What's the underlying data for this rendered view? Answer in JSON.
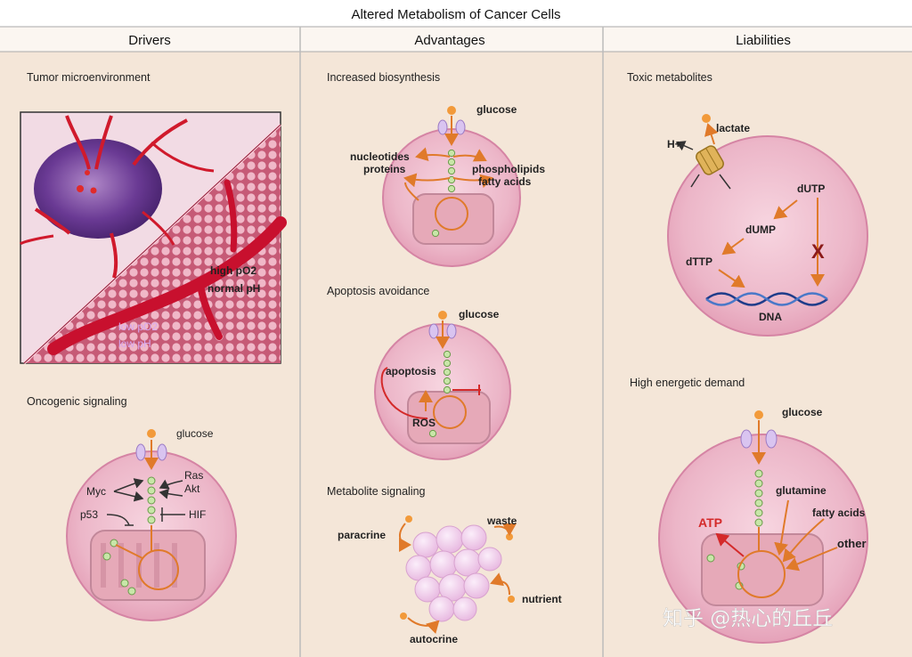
{
  "title": "Altered Metabolism of Cancer Cells",
  "columns": [
    "Drivers",
    "Advantages",
    "Liabilities"
  ],
  "drivers": {
    "tumor": {
      "title": "Tumor microenvironment",
      "high_po2": "high pO2",
      "normal_ph": "normal pH",
      "low_po2": "low pO2",
      "low_ph": "low pH"
    },
    "oncogenic": {
      "title": "Oncogenic signaling",
      "glucose": "glucose",
      "myc": "Myc",
      "ras": "Ras",
      "akt": "Akt",
      "p53": "p53",
      "hif": "HIF"
    }
  },
  "advantages": {
    "biosynthesis": {
      "title": "Increased biosynthesis",
      "glucose": "glucose",
      "nucleotides": "nucleotides",
      "proteins": "proteins",
      "phospholipids": "phospholipids",
      "fatty_acids": "fatty acids"
    },
    "apoptosis": {
      "title": "Apoptosis avoidance",
      "glucose": "glucose",
      "apoptosis": "apoptosis",
      "ros": "ROS"
    },
    "signaling": {
      "title": "Metabolite signaling",
      "paracrine": "paracrine",
      "waste": "waste",
      "nutrient": "nutrient",
      "autocrine": "autocrine"
    }
  },
  "liabilities": {
    "toxic": {
      "title": "Toxic metabolites",
      "lactate": "lactate",
      "h_plus": "H+",
      "dutp": "dUTP",
      "dump": "dUMP",
      "dttp": "dTTP",
      "dna": "DNA"
    },
    "energy": {
      "title": "High energetic demand",
      "glucose": "glucose",
      "glutamine": "glutamine",
      "fatty_acids": "fatty acids",
      "other": "other",
      "atp": "ATP"
    }
  },
  "watermark": "知乎 @热心的丘丘",
  "colors": {
    "background": "#f4e6d8",
    "cell_fill": "#ecb6c8",
    "arrow": "#e07a2a",
    "inhibit": "#d42a2a",
    "tumor": "#6a3a94",
    "vessel": "#c8102e"
  }
}
